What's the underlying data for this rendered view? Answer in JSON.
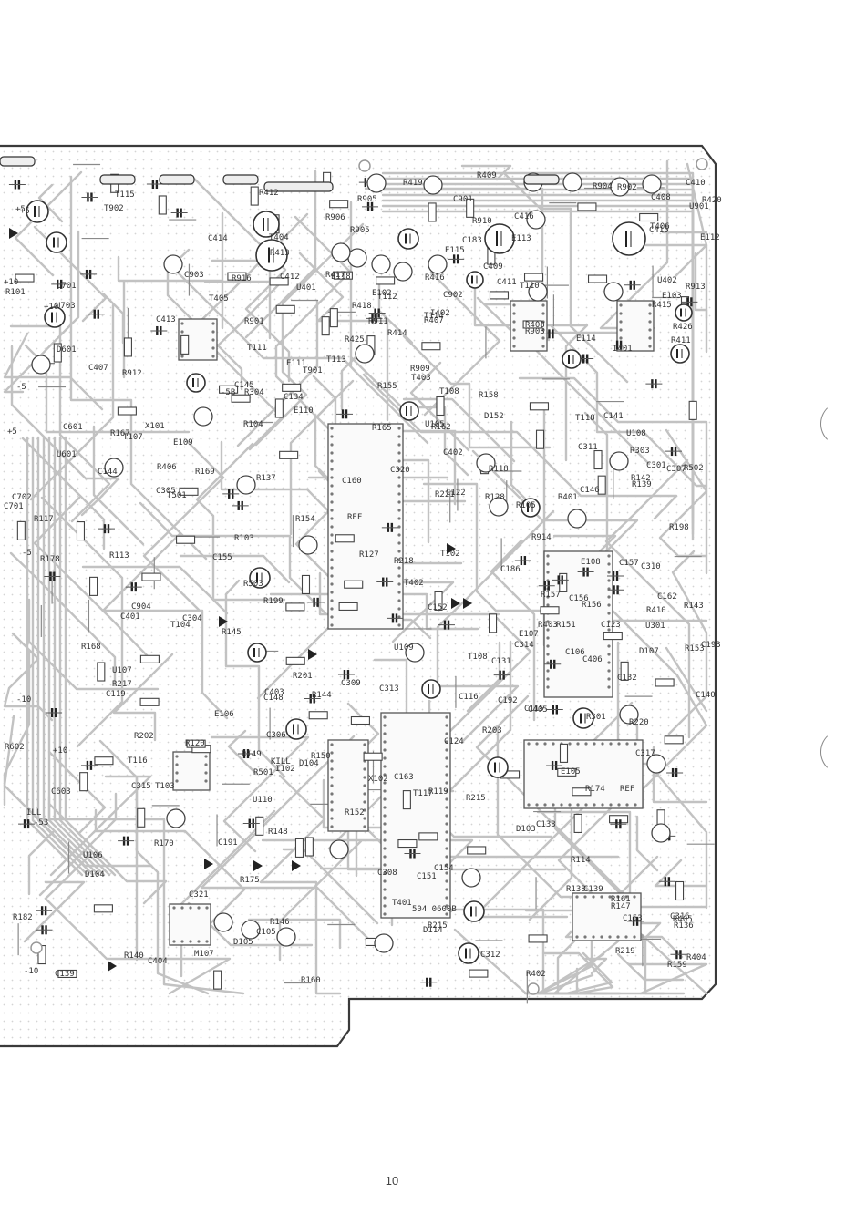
{
  "page_number": "10",
  "labels": {
    "top": [
      "E118",
      "E112",
      "E114",
      "E113",
      "E111",
      "T403",
      "R425",
      "T405",
      "E115",
      "T406",
      "R426",
      "T404",
      "R419",
      "R415",
      "R420",
      "R416",
      "R418",
      "T902",
      "T901",
      "R904",
      "R903",
      "R901",
      "R905",
      "R906",
      "C901",
      "C902",
      "T113",
      "T110",
      "C183",
      "T115",
      "C415",
      "I401",
      "C416",
      "I402",
      "C409",
      "C411",
      "C410",
      "C412",
      "R413",
      "R414",
      "C414",
      "C408",
      "R905",
      "R910",
      "R902",
      "C903",
      "E103",
      "E102",
      "U901",
      "R911",
      "R912",
      "R916",
      "R909",
      "R913",
      "T111",
      "T112",
      "T114",
      "R417",
      "R409",
      "C413",
      "R411",
      "U401",
      "C407",
      "R412",
      "U402",
      "R407",
      "R408"
    ],
    "middle": [
      "R914",
      "C904",
      "T108",
      "T107",
      "R198",
      "C155",
      "R199",
      "X102",
      "R405",
      "R403",
      "R404",
      "R406",
      "C405",
      "C406",
      "C401",
      "C402",
      "C403",
      "C404",
      "C131",
      "C106",
      "C122",
      "C105",
      "C124",
      "C123",
      "R114",
      "R113",
      "M107",
      "U109",
      "T401",
      "R502",
      "R401",
      "R501",
      "T402",
      "R410",
      "R402",
      "C321",
      "R503",
      "T501",
      "R304",
      "C304",
      "C317",
      "C305",
      "C316",
      "C306",
      "C315",
      "C307",
      "C314",
      "C308",
      "C313",
      "C309",
      "C312",
      "C310",
      "C311",
      "U301",
      "504 0600B",
      "R120",
      "C116",
      "C115",
      "C157",
      "T116",
      "E105",
      "E106",
      "D152",
      "C119",
      "R119",
      "R118",
      "C132",
      "-5B",
      "REF",
      "R215",
      "D114",
      "KILL",
      "R165",
      "REF",
      "R215",
      "C162",
      "C163",
      "D103",
      "R104",
      "C146",
      "R303",
      "R301",
      "R202",
      "C320",
      "C301",
      "R105",
      "R139",
      "R142",
      "R143",
      "R144",
      "R140",
      "R145",
      "C148",
      "C139",
      "R174",
      "C140",
      "C160",
      "U107",
      "R138",
      "R103",
      "R137",
      "D104",
      "T108",
      "C141",
      "U106",
      "U108",
      "R217",
      "X101",
      "R201",
      "R175",
      "R158",
      "R160",
      "C156",
      "R159",
      "D105",
      "R153",
      "R154",
      "D104",
      "T104",
      "R169",
      "R168",
      "R203",
      "T118",
      "T117",
      "E108",
      "R218",
      "U110",
      "R136",
      "R128",
      "C154",
      "R152",
      "R162",
      "R157",
      "U105",
      "T102",
      "T103",
      "C186",
      "C144",
      "R167",
      "R170",
      "C145",
      "R219",
      "C191",
      "R221",
      "R220",
      "I102",
      "C134",
      "R127",
      "C133",
      "R161",
      "D107",
      "R156",
      "R155",
      "C152",
      "C153",
      "C151",
      "R151",
      "R149",
      "R150",
      "R147",
      "R146",
      "R148",
      "E109",
      "E110",
      "C192",
      "C193",
      "E107"
    ],
    "left": [
      "C601",
      "D601",
      "U601",
      "C701",
      "C603",
      "U701",
      "U703",
      "C702",
      "R101",
      "R182",
      "R178",
      "R602",
      "C139",
      "+5",
      "+10",
      "+10",
      "-5",
      "ILL",
      "R117",
      "-10",
      "-10",
      "-5",
      "-53",
      "+5",
      "+10",
      "+5"
    ]
  }
}
